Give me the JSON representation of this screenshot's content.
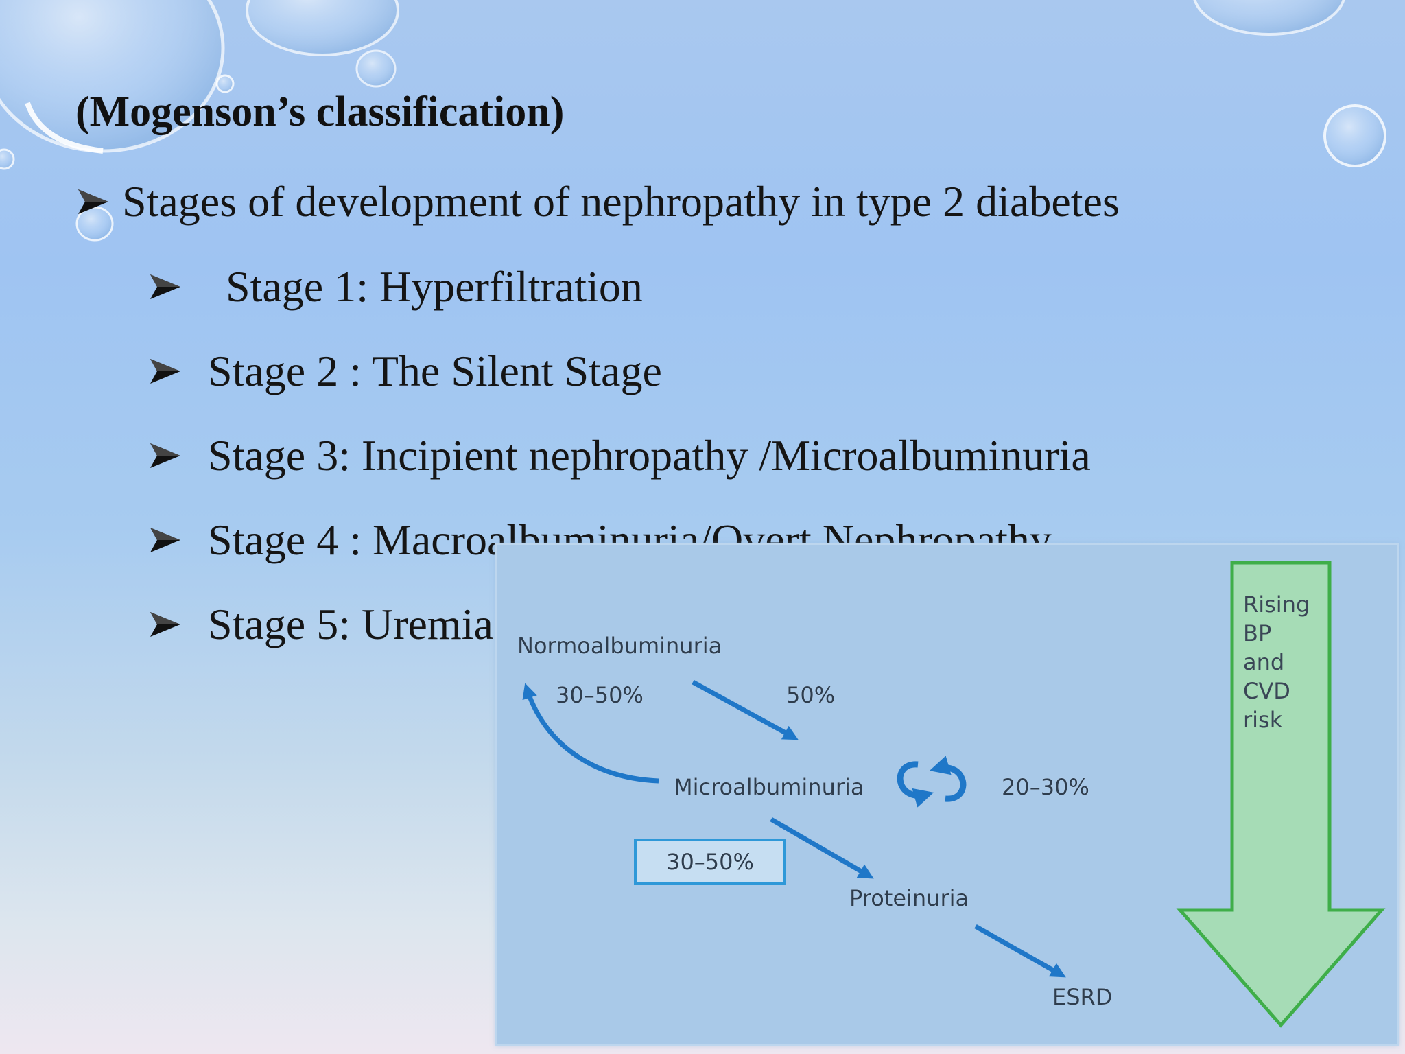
{
  "slide": {
    "heading": "(Mogenson’s classification)",
    "main_bullet": "Stages of development of nephropathy in type 2 diabetes",
    "stages": [
      "Stage 1: Hyperfiltration",
      "Stage 2 : The Silent Stage",
      "Stage 3: Incipient nephropathy /Microalbuminuria",
      "Stage 4 : Macroalbuminuria/Overt Nephropathy",
      "Stage 5: Uremia"
    ]
  },
  "diagram": {
    "nodes": {
      "normo": "Normoalbuminuria",
      "micro": "Microalbuminuria",
      "protein": "Proteinuria",
      "esrd": "ESRD"
    },
    "percentages": {
      "regress": "30–50%",
      "normo_to_micro": "50%",
      "stable_loop": "20–30%",
      "micro_to_protein": "30–50%"
    },
    "risk_arrow_lines": [
      "Rising",
      "BP",
      "and",
      "CVD",
      "risk"
    ]
  },
  "colors": {
    "flow_arrow": "#1f77c8",
    "risk_arrow_fill": "#a6dcb6",
    "risk_arrow_stroke": "#3fae49",
    "diagram_background": "#a9c9e8"
  }
}
